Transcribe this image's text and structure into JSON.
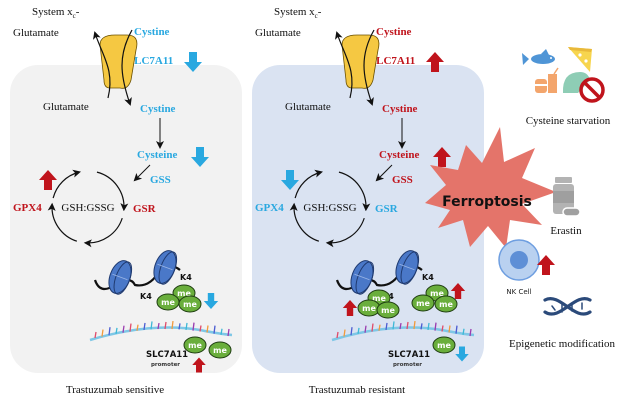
{
  "colors": {
    "blue": "#29a8e0",
    "red": "#c0141c",
    "sensitive_panel": "#f2f2f2",
    "resistant_panel": "#dae3f2",
    "transporter": "#f5c842",
    "nucleosome": "#4a78c8",
    "methyl": "#6aae3c",
    "burst": "#e4746a"
  },
  "panels": [
    {
      "id": "sensitive",
      "caption": "Trastuzumab sensitive",
      "system": "System x",
      "system_sub": "c",
      "system_suffix": "-",
      "glutamate_out": "Glutamate",
      "glutamate_in": "Glutamate",
      "cystine_out": "Cystine",
      "cystine_in": "Cystine",
      "slc7a11": "SLC7A11",
      "cysteine": "Cysteine",
      "gss": "GSS",
      "gsr": "GSR",
      "gpx4": "GPX4",
      "cycle": "GSH:GSSG",
      "k4_a": "K4",
      "k4_b": "K4",
      "me": "me",
      "promoter_gene": "SLC7A11",
      "promoter_label": "promoter",
      "slc7a11_arrow": "down",
      "cysteine_arrow": "down",
      "gpx4_arrow": "up",
      "h3k4_arrow": "down",
      "promoter_arrow": "up"
    },
    {
      "id": "resistant",
      "caption": "Trastuzumab resistant",
      "system": "System x",
      "system_sub": "c",
      "system_suffix": "-",
      "glutamate_out": "Glutamate",
      "glutamate_in": "Glutamate",
      "cystine_out": "Cystine",
      "cystine_in": "Cystine",
      "slc7a11": "SLC7A11",
      "cysteine": "Cysteine",
      "gss": "GSS",
      "gsr": "GSR",
      "gpx4": "GPX4",
      "cycle": "GSH:GSSG",
      "k4_a": "K4",
      "k4_b": "K4",
      "me": "me",
      "promoter_gene": "SLC7A11",
      "promoter_label": "promoter",
      "slc7a11_arrow": "up",
      "cysteine_arrow": "up",
      "gpx4_arrow": "down",
      "h3k4_arrow": "up",
      "promoter_arrow": "down"
    }
  ],
  "ferroptosis": "Ferroptosis",
  "inducers": [
    {
      "label": "Cysteine starvation",
      "icon": "food-icons"
    },
    {
      "label": "Erastin",
      "icon": "pill-bottle-icon"
    },
    {
      "label": "NK Cell",
      "icon": "nk-cell-icon",
      "arrow": "up"
    },
    {
      "label": "Epigenetic modification",
      "icon": "dna-icon"
    }
  ]
}
